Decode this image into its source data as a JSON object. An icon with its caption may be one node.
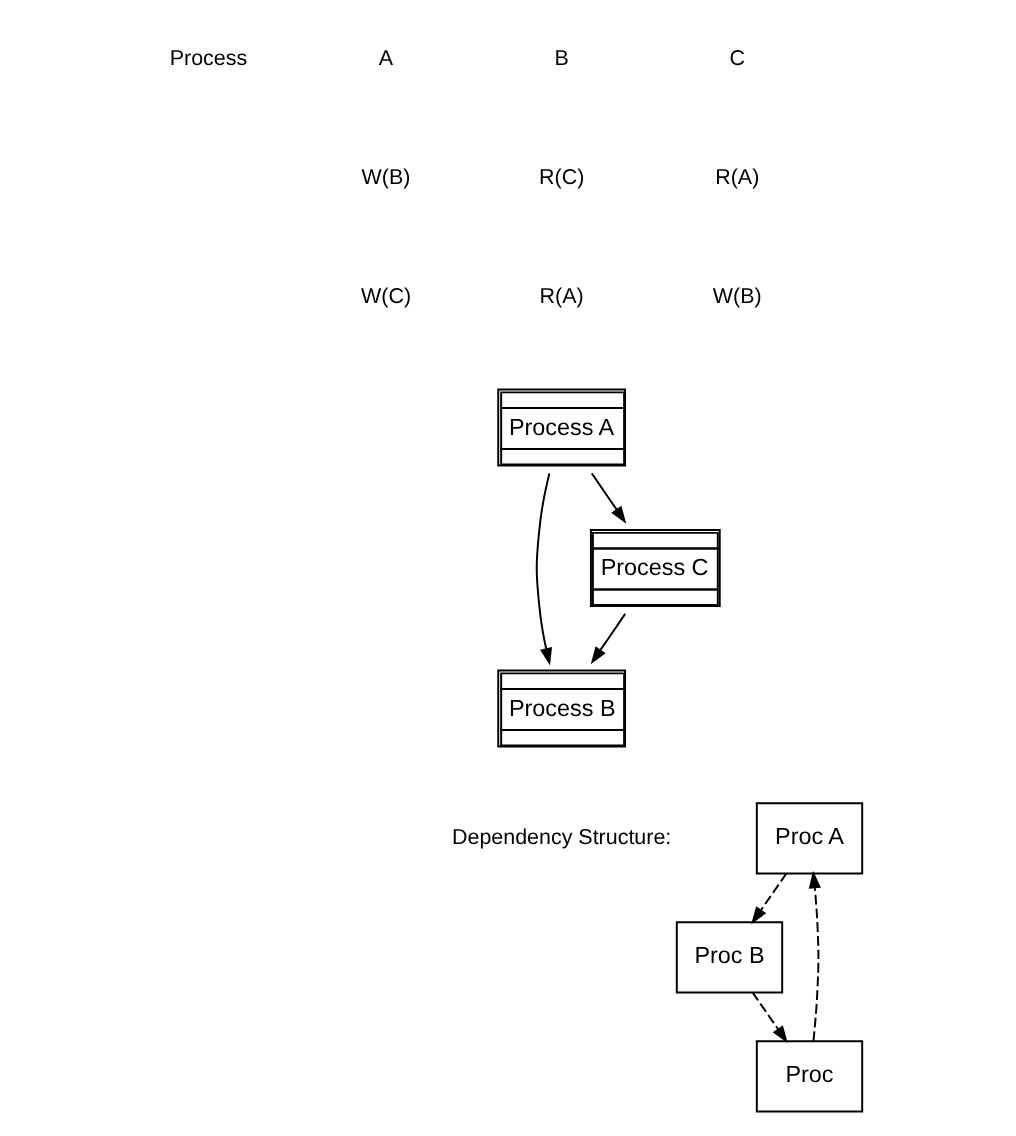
{
  "diagram": {
    "nodes": [
      {
        "text": [
          "Process A"
        ]
      },
      {
        "text": [
          "Process B"
        ]
      },
      {
        "text": [
          "Process C"
        ]
      },
      {
        "text": [
          "Proc A"
        ]
      },
      {
        "text": [
          "Proc B"
        ]
      },
      {
        "text": [
          "Proc"
        ]
      }
    ],
    "edges": [
      {
        "from": 0,
        "to": 1,
        "arrow": "to"
      },
      {
        "from": 0,
        "to": 2,
        "arrow": "to"
      },
      {
        "from": 2,
        "to": 1,
        "arrow": "to"
      },
      {
        "from": 3,
        "to": 4,
        "arrow": "to",
        "style": "dashed"
      },
      {
        "from": 5,
        "to": 3,
        "arrow": "to",
        "style": "dashed"
      },
      {
        "from": 4,
        "to": 5,
        "arrow": "to",
        "style": "dashed"
      }
    ],
    "labels": [
      "Process",
      "A",
      "B",
      "C",
      "W(B)",
      "R(C)",
      "R(A)",
      "W(C)",
      "R(A)",
      "W(B)",
      "Dependency Structure:"
    ]
  }
}
